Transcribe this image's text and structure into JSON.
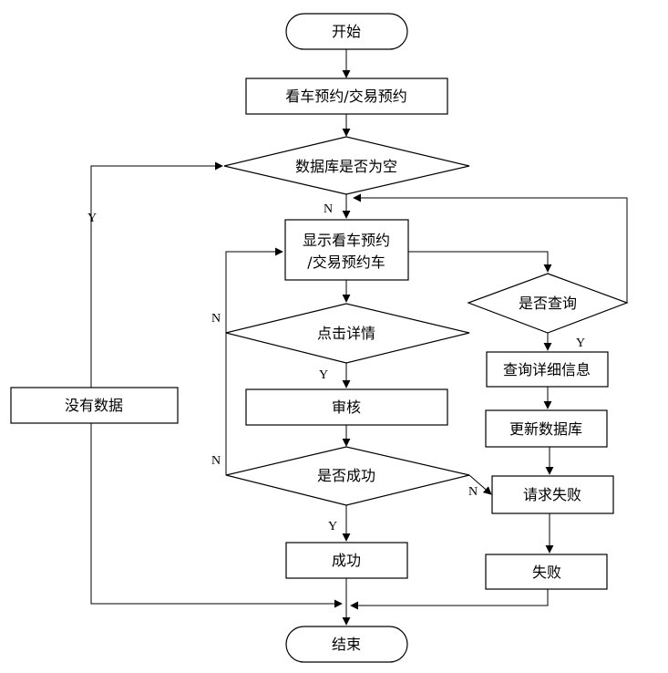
{
  "nodes": {
    "start": "开始",
    "book": "看车预约/交易预约",
    "db_empty": "数据库是否为空",
    "show_line1": "显示看车预约",
    "show_line2": "/交易预约车",
    "query": "是否查询",
    "click_detail": "点击详情",
    "query_detail": "查询详细信息",
    "no_data": "没有数据",
    "review": "审核",
    "update_db": "更新数据库",
    "success_q": "是否成功",
    "request_fail": "请求失败",
    "success": "成功",
    "fail": "失败",
    "end": "结束"
  },
  "edge_labels": {
    "y_db": "Y",
    "n_db": "N",
    "n_click": "N",
    "y_click": "Y",
    "y_query": "Y",
    "n_success_left": "N",
    "n_success_right": "N",
    "y_success": "Y"
  }
}
